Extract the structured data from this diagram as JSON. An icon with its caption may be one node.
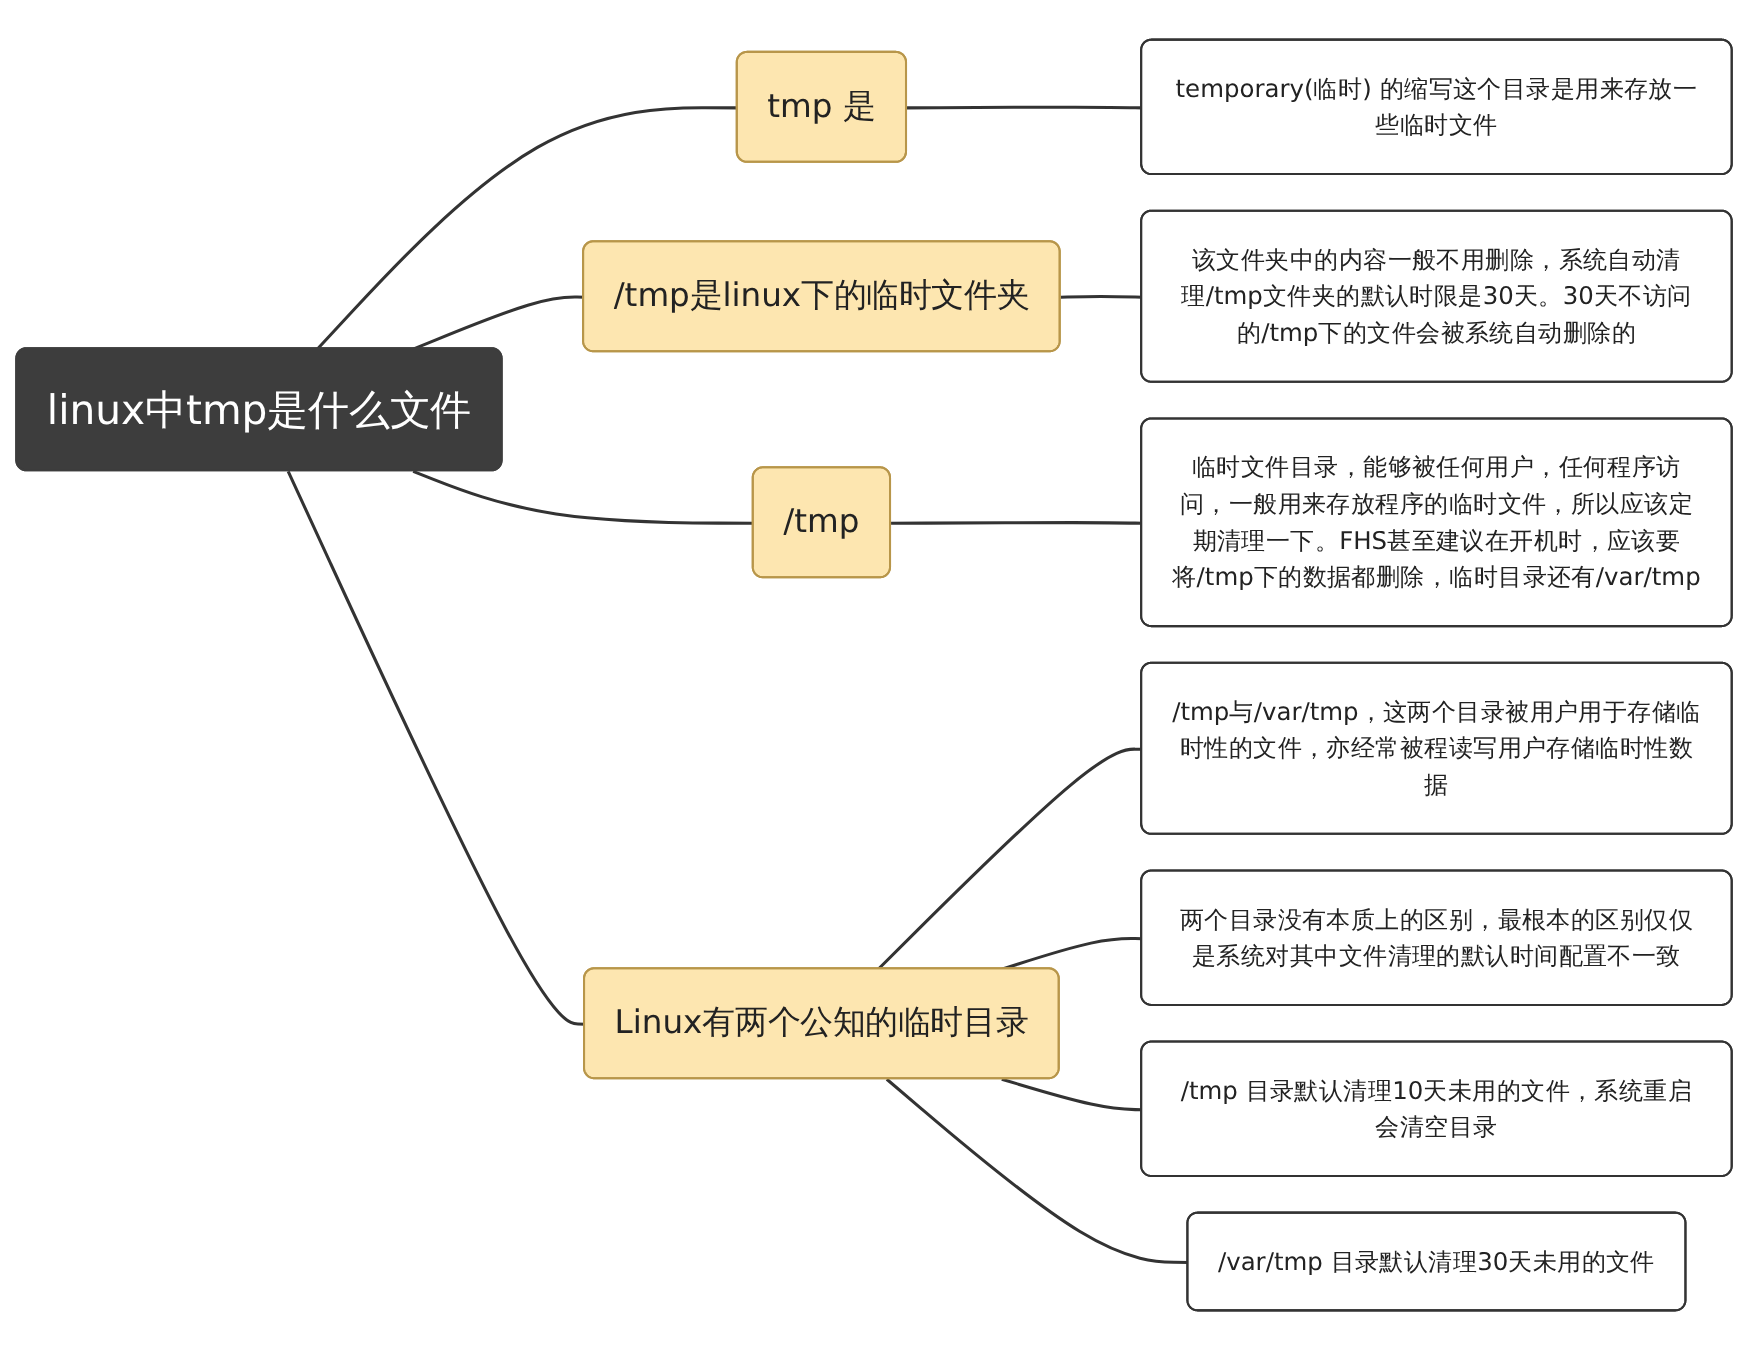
{
  "diagram": {
    "nodes": [
      {
        "text": [
          "linux中tmp是什么文件"
        ]
      },
      {
        "text": [
          "tmp 是"
        ]
      },
      {
        "text": [
          "temporary(临时) 的缩写这个目录是用来存放一些临时文件"
        ]
      },
      {
        "text": [
          "/tmp是linux下的临时文件夹"
        ]
      },
      {
        "text": [
          "该文件夹中的内容一般不用删除，系统自动清理/tmp文件夹的默认时限是30天。30天不访问的/tmp下的文件会被系统自动删除的"
        ]
      },
      {
        "text": [
          "/tmp"
        ]
      },
      {
        "text": [
          "临时文件目录，能够被任何用户，任何程序访问，一般用来存放程序的临时文件，所以应该定期清理一下。FHS甚至建议在开机时，应该要将/tmp下的数据都删除，临时目录还有/var/tmp"
        ]
      },
      {
        "text": [
          "Linux有两个公知的临时目录"
        ]
      },
      {
        "text": [
          "/tmp与/var/tmp，这两个目录被用户用于存储临时性的文件，亦经常被程读写用户存储临时性数据"
        ]
      },
      {
        "text": [
          "两个目录没有本质上的区别，最根本的区别仅仅是系统对其中文件清理的默认时间配置不一致"
        ]
      },
      {
        "text": [
          "/tmp 目录默认清理10天未用的文件，系统重启会清空目录"
        ]
      },
      {
        "text": [
          "/var/tmp 目录默认清理30天未用的文件"
        ]
      }
    ],
    "edges": [
      {
        "from": 0,
        "to": 1,
        "arrow": "none"
      },
      {
        "from": 1,
        "to": 2,
        "arrow": "none"
      },
      {
        "from": 0,
        "to": 3,
        "arrow": "none"
      },
      {
        "from": 3,
        "to": 4,
        "arrow": "none"
      },
      {
        "from": 0,
        "to": 5,
        "arrow": "none"
      },
      {
        "from": 5,
        "to": 6,
        "arrow": "none"
      },
      {
        "from": 0,
        "to": 7,
        "arrow": "none"
      },
      {
        "from": 7,
        "to": 8,
        "arrow": "none"
      },
      {
        "from": 7,
        "to": 9,
        "arrow": "none"
      },
      {
        "from": 7,
        "to": 10,
        "arrow": "none"
      },
      {
        "from": 7,
        "to": 11,
        "arrow": "none"
      }
    ]
  }
}
